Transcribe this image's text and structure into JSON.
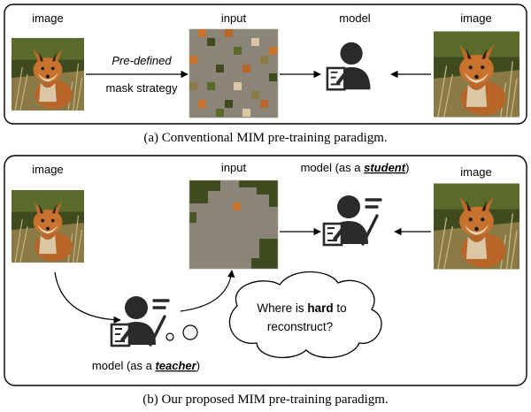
{
  "panel_a": {
    "label_image_left": "image",
    "label_input": "input",
    "label_model": "model",
    "label_image_right": "image",
    "arrow_label_line1": "Pre-defined",
    "arrow_label_line2": "mask strategy",
    "caption": "(a) Conventional MIM pre-training paradigm."
  },
  "panel_b": {
    "label_image_left": "image",
    "label_input": "input",
    "label_student_prefix": "model (as a ",
    "label_student_role": "student",
    "label_student_suffix": ")",
    "label_image_right": "image",
    "label_teacher_prefix": "model (as a ",
    "label_teacher_role": "teacher",
    "label_teacher_suffix": ")",
    "bubble_line1_prefix": "Where is ",
    "bubble_line1_bold": "hard",
    "bubble_line1_suffix": " to",
    "bubble_line2": "reconstruct?",
    "caption": "(b) Our proposed MIM pre-training paradigm."
  },
  "icons": [
    "fox-image",
    "person-writing-icon",
    "person-teaching-icon",
    "thought-bubble"
  ],
  "colors": {
    "icon": "#2a2a2a",
    "border": "#000000",
    "mask_gray": "#8a8578"
  }
}
